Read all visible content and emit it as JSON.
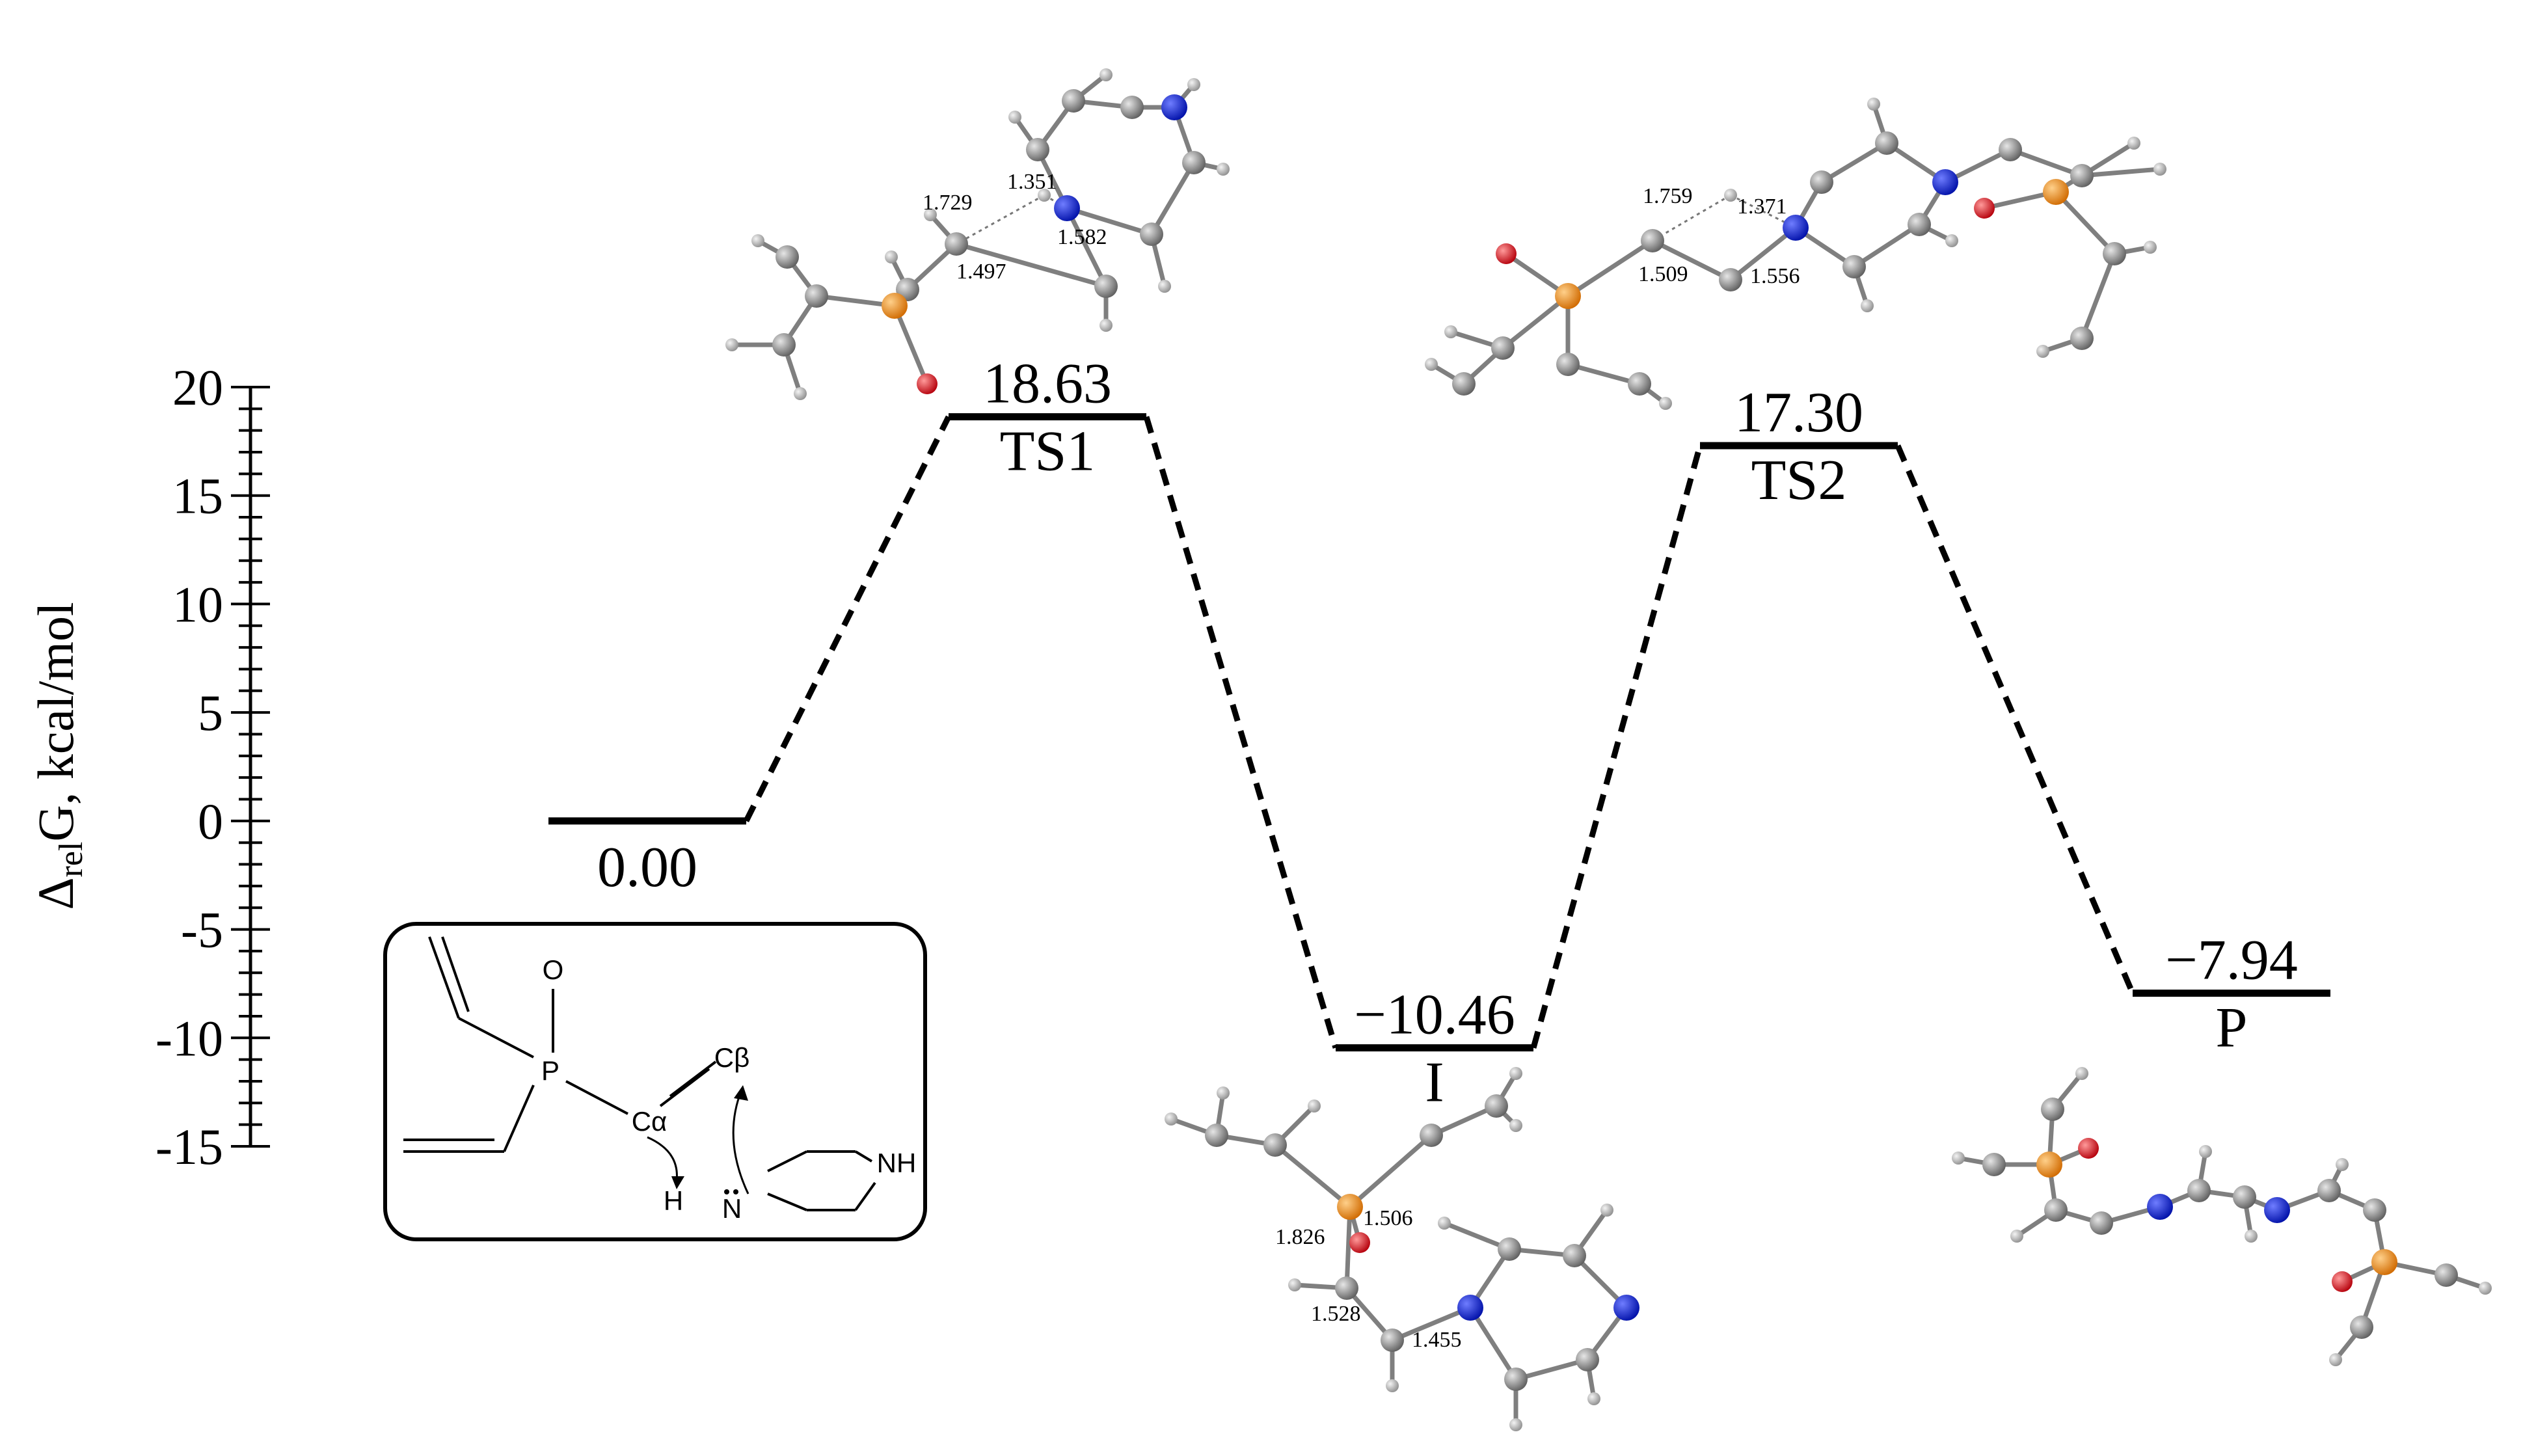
{
  "axis": {
    "label_delta": "Δ",
    "label_sub": "rel",
    "label_rest": "G, kcal/mol",
    "ticks": [
      "20",
      "15",
      "10",
      "5",
      "0",
      "-5",
      "-10",
      "-15"
    ]
  },
  "chart_data": {
    "type": "energy-profile",
    "ylim": [
      -15,
      20
    ],
    "states": [
      {
        "name": "",
        "energy": 0.0,
        "value_label": "0.00"
      },
      {
        "name": "TS1",
        "energy": 18.63,
        "value_label": "18.63"
      },
      {
        "name": "I",
        "energy": -10.46,
        "value_label": "−10.46"
      },
      {
        "name": "TS2",
        "energy": 17.3,
        "value_label": "17.30"
      },
      {
        "name": "P",
        "energy": -7.94,
        "value_label": "−7.94"
      }
    ]
  },
  "scheme": {
    "atom_o": "O",
    "atom_p": "P",
    "atom_ca": "Cα",
    "atom_cb": "Cβ",
    "atom_nh": "NH",
    "atom_h": "H",
    "atom_n": "N"
  },
  "molecules": {
    "ts1": {
      "d1": "1.729",
      "d2": "1.351",
      "d3": "1.582",
      "d4": "1.497"
    },
    "ts2": {
      "d1": "1.759",
      "d2": "1.371",
      "d3": "1.509",
      "d4": "1.556"
    },
    "intermediate": {
      "d1": "1.826",
      "d2": "1.506",
      "d3": "1.528",
      "d4": "1.455"
    }
  },
  "colors": {
    "carbon": "#7a7a7a",
    "hydrogen": "#b8b8b8",
    "nitrogen": "#0a1fd6",
    "phosphorus": "#f08a0f",
    "oxygen": "#e3202a",
    "line": "#000000"
  }
}
